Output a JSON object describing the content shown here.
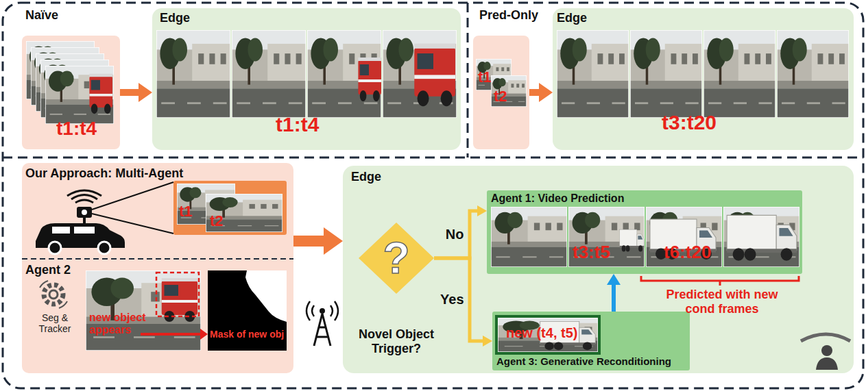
{
  "diagram": {
    "nodes": [
      {
        "text": [
          "Naïve",
          "t1:t4"
        ]
      },
      {
        "text": [
          "Edge",
          "t1:t4"
        ]
      },
      {
        "text": [
          "Pred-Only",
          "t1",
          "t2"
        ]
      },
      {
        "text": [
          "Edge",
          "t3:t20"
        ]
      },
      {
        "text": [
          "Our Approach: Multi-Agent",
          "Agent 2"
        ]
      },
      {
        "text": [
          "t1",
          "t2"
        ],
        "in": 4
      },
      {
        "text": [
          "Edge"
        ]
      },
      {
        "text": [
          "?",
          "Novel Object Trigger?"
        ],
        "in": 6
      },
      {
        "text": [
          "Agent 1: Video Prediction",
          "t3:t5",
          "t6:t20"
        ],
        "in": 6
      },
      {
        "text": [
          "new (t4, t5)",
          "Agent 3: Generative Reconditioning"
        ],
        "in": 6
      }
    ],
    "edges": [
      {
        "from": 0,
        "to": 1,
        "arrow": "to"
      },
      {
        "from": 2,
        "to": 3,
        "arrow": "to"
      },
      {
        "from": 4,
        "to": 6,
        "arrow": "to"
      },
      {
        "from": 7,
        "to": 8,
        "label": "No",
        "arrow": "to"
      },
      {
        "from": 7,
        "to": 9,
        "label": "Yes",
        "arrow": "to"
      },
      {
        "from": 9,
        "to": 8,
        "arrow": "to"
      }
    ],
    "labels": [
      "Seg & Tracker",
      "new object appears",
      "Mask of new obj",
      "Predicted with new cond frames"
    ]
  }
}
